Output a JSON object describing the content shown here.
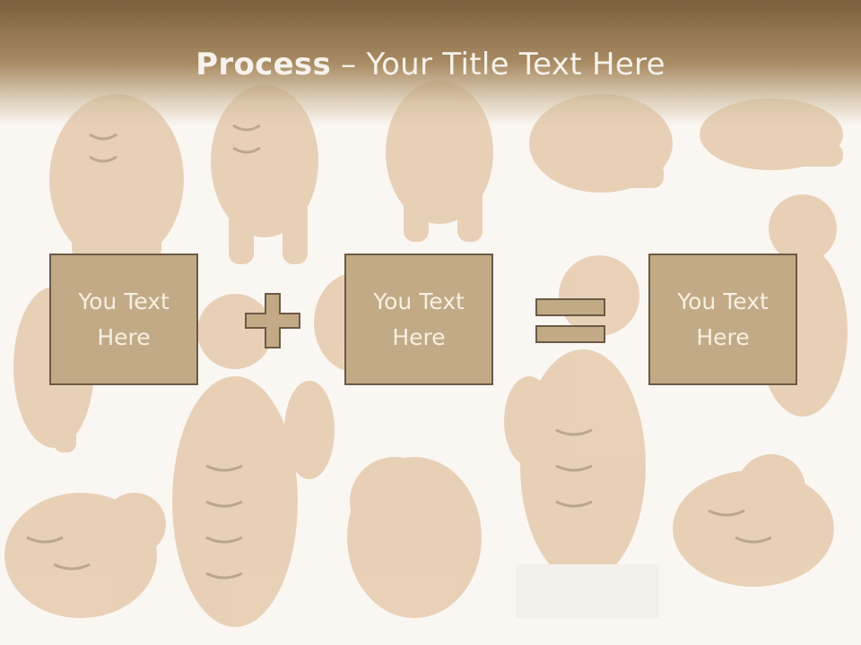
{
  "slide": {
    "title_bold": "Process",
    "title_dash": " – ",
    "title_rest": "Your Title Text Here"
  },
  "process": {
    "boxes": [
      {
        "label": "You Text Here"
      },
      {
        "label": "You Text Here"
      },
      {
        "label": "You Text Here"
      }
    ],
    "operators": [
      "plus-icon",
      "equals-icon"
    ]
  },
  "background": {
    "image": "tigers-collage"
  },
  "colors": {
    "header": "#7a5f3d",
    "box_fill": "#c2aa86",
    "box_border": "#6c5a45",
    "text_light": "#f6f1ea"
  }
}
